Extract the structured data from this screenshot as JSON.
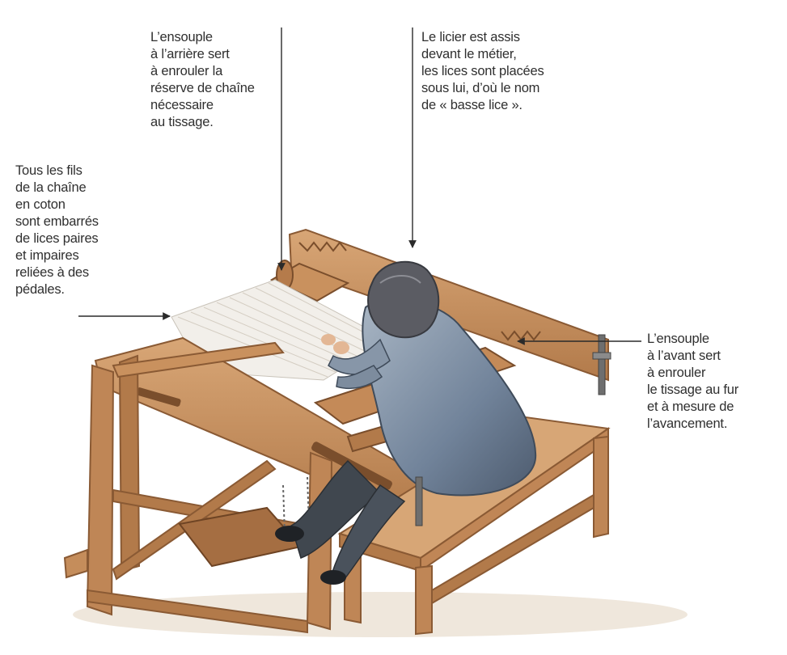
{
  "captions": {
    "back_beam": {
      "lines": [
        "L’ensouple",
        "à l’arrière sert",
        "à enrouler la",
        "réserve de chaîne",
        "nécessaire",
        "au tissage."
      ]
    },
    "weaver": {
      "lines": [
        "Le licier est assis",
        "devant le métier,",
        "les lices sont placées",
        "sous lui, d’où le nom",
        "de « basse lice »."
      ]
    },
    "warp": {
      "lines": [
        "Tous les fils",
        "de la chaîne",
        "en coton",
        "sont embarrés",
        "de lices paires",
        "et impaires",
        "reliées à des",
        "pédales."
      ]
    },
    "front_beam": {
      "lines": [
        "L’ensouple",
        "à l’avant sert",
        "à enrouler",
        "le tissage au fur",
        "et à mesure de",
        "l’avancement."
      ]
    }
  },
  "colors": {
    "wood": "#c58d5b",
    "wood_dark": "#8a5a34",
    "wood_light": "#dcae80",
    "warp_threads": "#eeeae4",
    "weaver_coat": "#7e8ea0",
    "weaver_hair": "#5b5c63",
    "arrow": "#2a2a2a"
  }
}
